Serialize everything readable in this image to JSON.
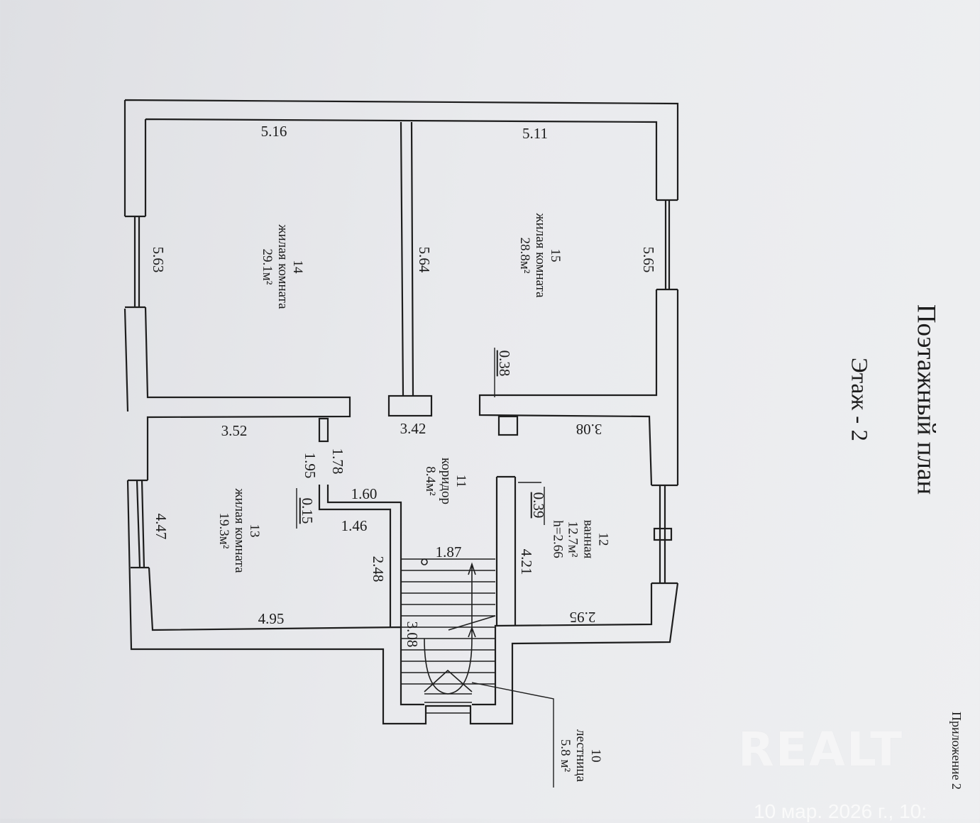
{
  "title": "Поэтажный план",
  "floor": "Этаж - 2",
  "attachment": "Приложение 2",
  "watermark": "REALT",
  "date_stamp": "10 мар. 2026 г., 10:",
  "rooms": {
    "r14": {
      "num": "14",
      "name": "жилая комната",
      "area": "29.1м²"
    },
    "r15": {
      "num": "15",
      "name": "жилая комната",
      "area": "28.8м²"
    },
    "r13": {
      "num": "13",
      "name": "жилая комната",
      "area": "19.3м²"
    },
    "r11": {
      "num": "11",
      "name": "коридор",
      "area": "8.4м²"
    },
    "r12": {
      "num": "12",
      "name": "ванная",
      "area": "12.7м²",
      "height": "h=2.66"
    },
    "r10": {
      "num": "10",
      "name": "лестница",
      "area": "5.8 м²"
    }
  },
  "dims": {
    "d516": "5.16",
    "d511": "5.11",
    "d563": "5.63",
    "d564": "5.64",
    "d565": "5.65",
    "d038": "0.38",
    "d352": "3.52",
    "d342": "3.42",
    "d308a": "3.08",
    "d178": "1.78",
    "d195": "1.95",
    "d160": "1.60",
    "d015": "0.15",
    "d146": "1.46",
    "d039": "0.39",
    "d447": "4.47",
    "d248": "2.48",
    "d187": "1.87",
    "d421": "4.21",
    "d495": "4.95",
    "d295": "2.95",
    "d308b": "3.08"
  }
}
